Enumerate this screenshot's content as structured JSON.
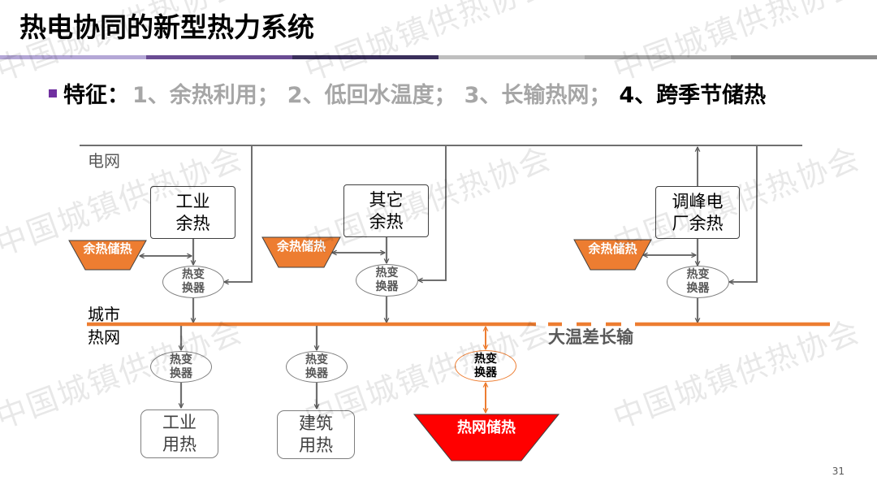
{
  "slide": {
    "title": "热电协同的新型热力系统",
    "page_number": "31",
    "divider_colors": [
      "#b4a7d6",
      "#6a4c93",
      "#3a2f5b",
      "#bfbfbf",
      "#a6a6a6",
      "#8c8c8c"
    ],
    "bullet_color": "#7030a0"
  },
  "features": {
    "label": "特征：",
    "items": [
      {
        "text": "1、余热利用；",
        "state": "muted"
      },
      {
        "text": "2、低回水温度；",
        "state": "muted"
      },
      {
        "text": "3、长输热网；",
        "state": "muted"
      },
      {
        "text": "4、跨季节储热",
        "state": "active"
      }
    ]
  },
  "diagram": {
    "colors": {
      "line": "#595959",
      "heat_network": "#ed7d31",
      "waste_storage_fill": "#ed7d31",
      "network_storage_fill": "#ff0000"
    },
    "labels": {
      "power_grid": "电网",
      "city_network_line1": "城市",
      "city_network_line2": "热网",
      "long_distance": "大温差长输"
    },
    "sources": [
      {
        "line1": "工业",
        "line2": "余热"
      },
      {
        "line1": "其它",
        "line2": "余热"
      },
      {
        "line1": "调峰电",
        "line2": "厂余热"
      }
    ],
    "waste_heat_storage_label": "余热储热",
    "heat_exchanger": {
      "line1": "热变",
      "line2": "换器"
    },
    "consumers": [
      {
        "line1": "工业",
        "line2": "用热"
      },
      {
        "line1": "建筑",
        "line2": "用热"
      }
    ],
    "network_storage_label": "热网储热"
  },
  "watermark": {
    "text": "中国城镇供热协会"
  }
}
